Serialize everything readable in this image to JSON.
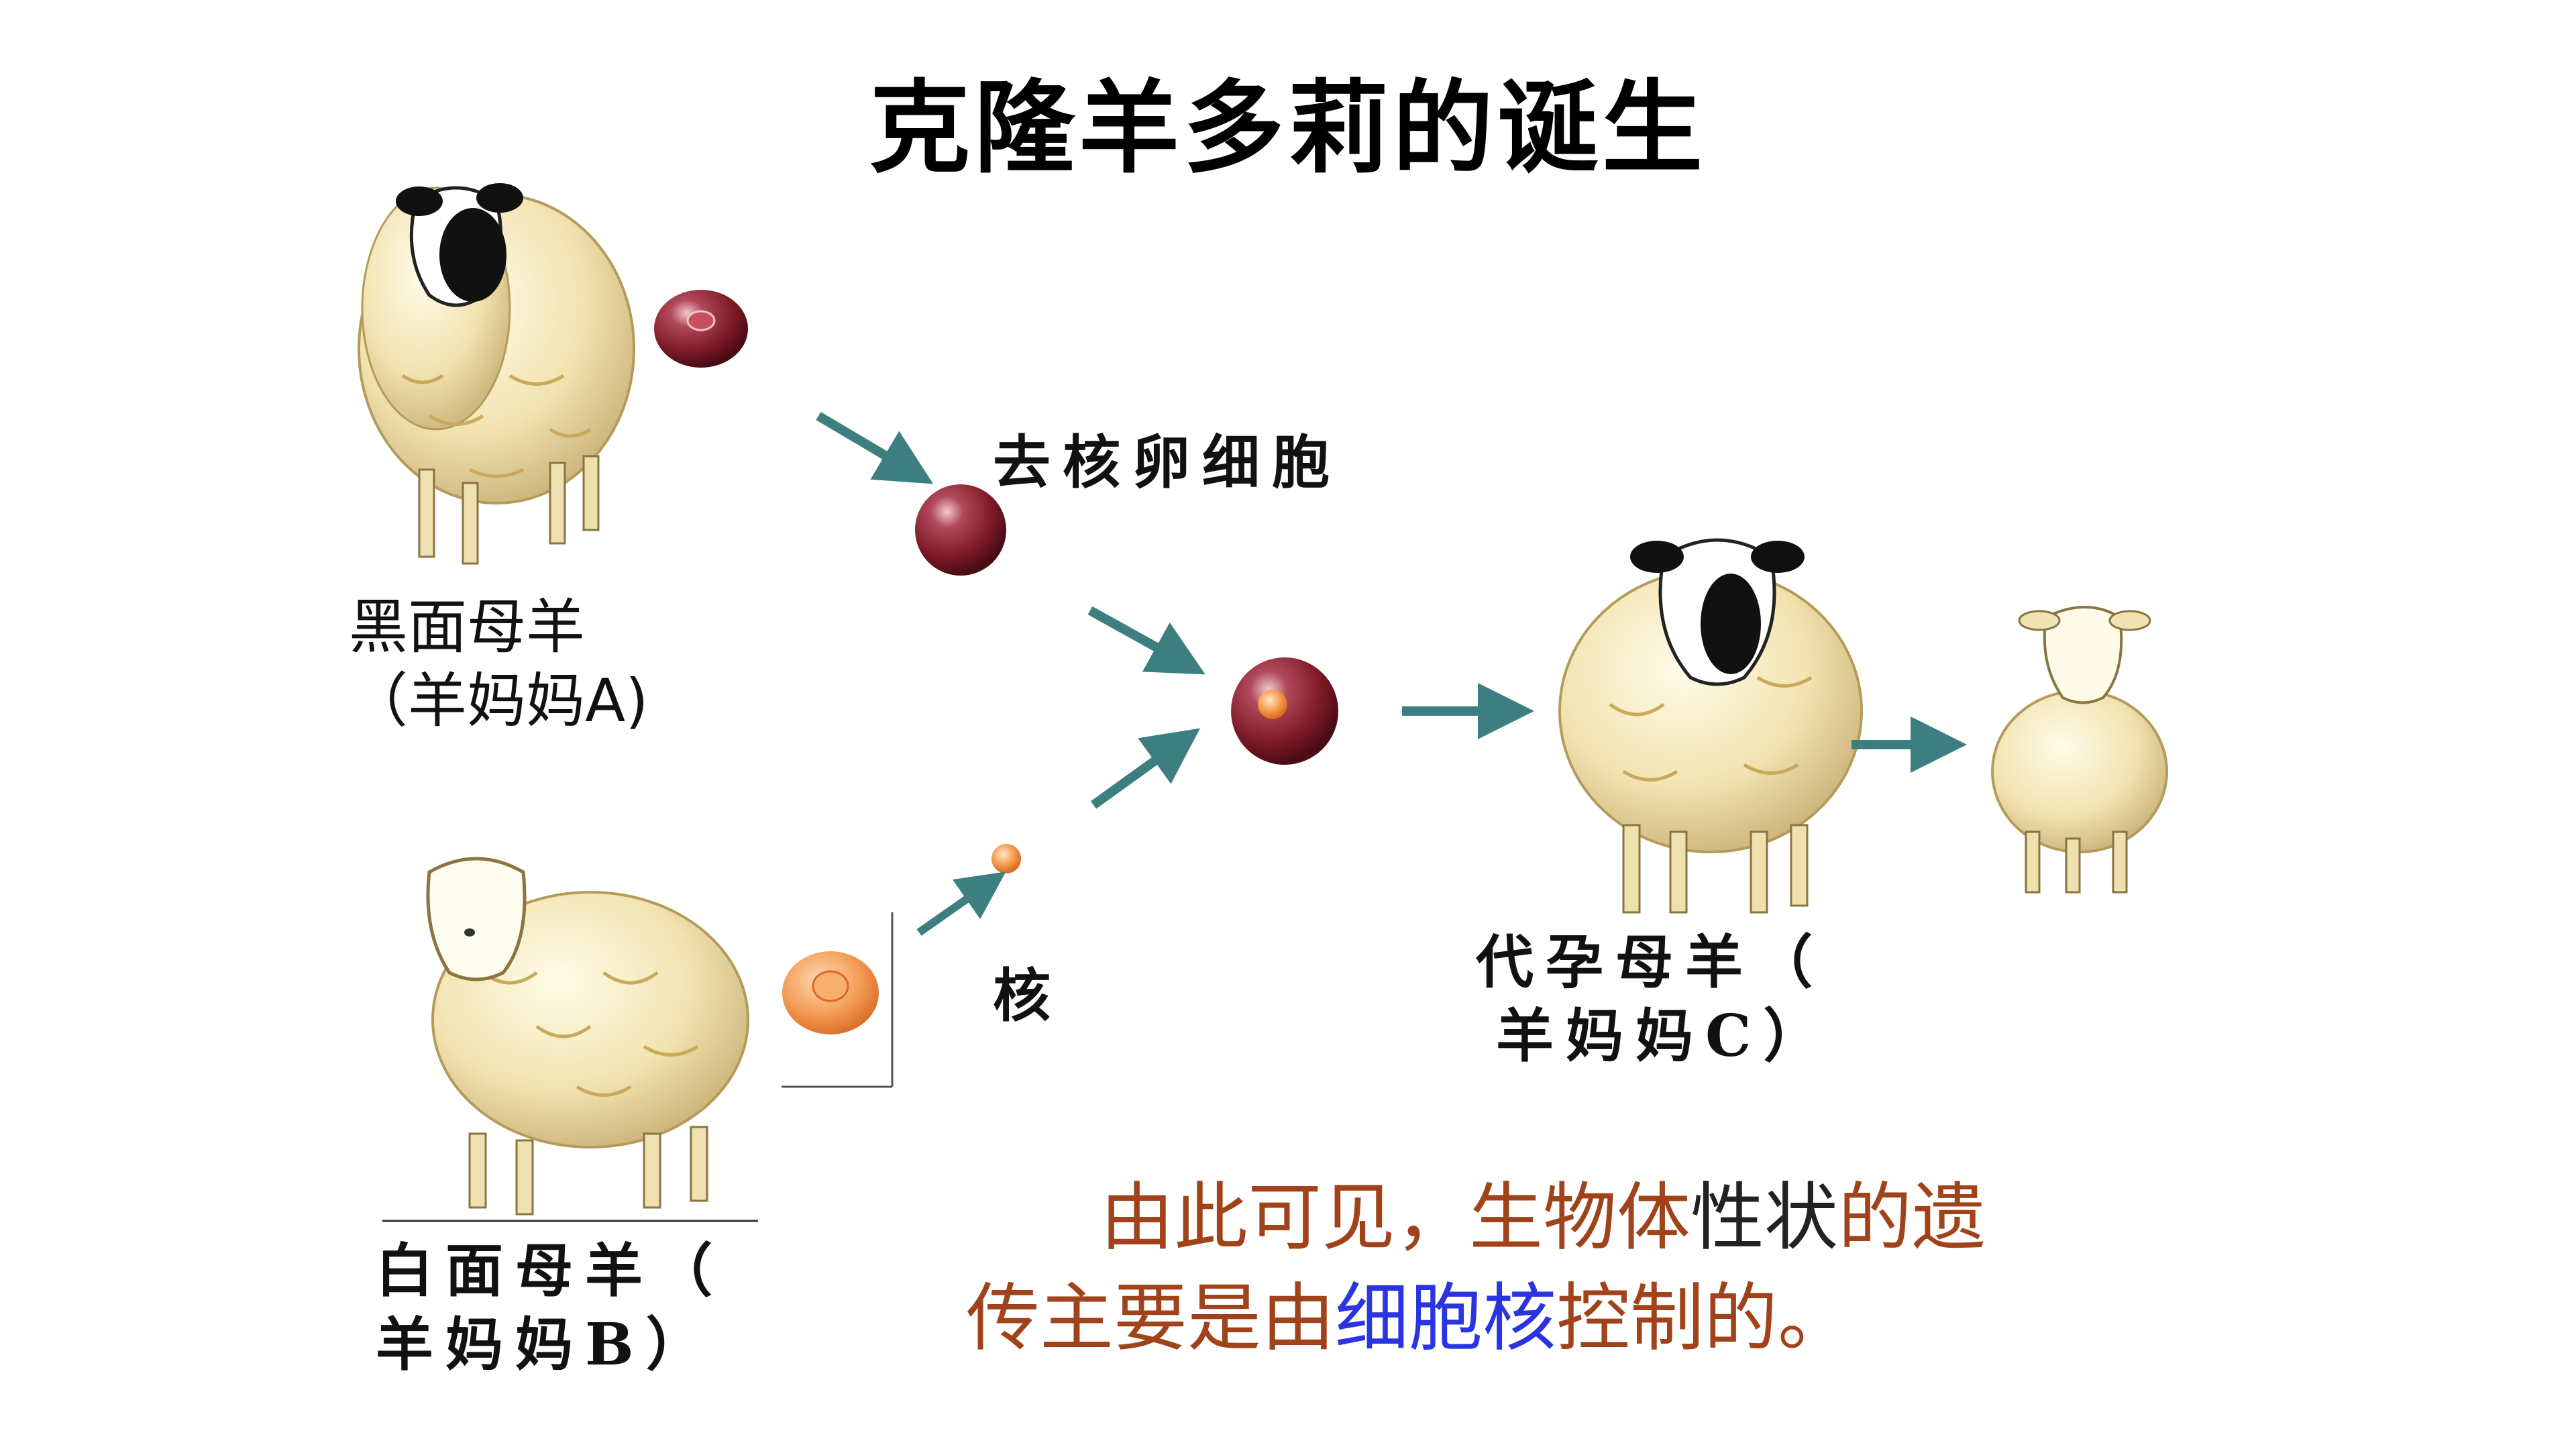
{
  "title": "克隆羊多莉的诞生",
  "labels": {
    "sheep_a_line1": "黑面母羊",
    "sheep_a_line2": "（羊妈妈A)",
    "enucleated_egg": "去核卵细胞",
    "nucleus": "核",
    "sheep_b_line1": "白面母羊（",
    "sheep_b_line2": "羊妈妈B）",
    "sheep_c_line1": "代孕母羊（",
    "sheep_c_line2": "羊妈妈C）"
  },
  "conclusion": {
    "p1": "由此可见，生物体",
    "p2": "性状",
    "p3": "的遗",
    "p4": "传主要是由",
    "p5": "细胞核",
    "p6": "控制的。"
  },
  "colors": {
    "egg": "#8a1f2c",
    "nucleus": "#f08a3a",
    "arrow": "#3d7f80",
    "brown_text": "#a0431b",
    "blue_text": "#2a35e0"
  }
}
